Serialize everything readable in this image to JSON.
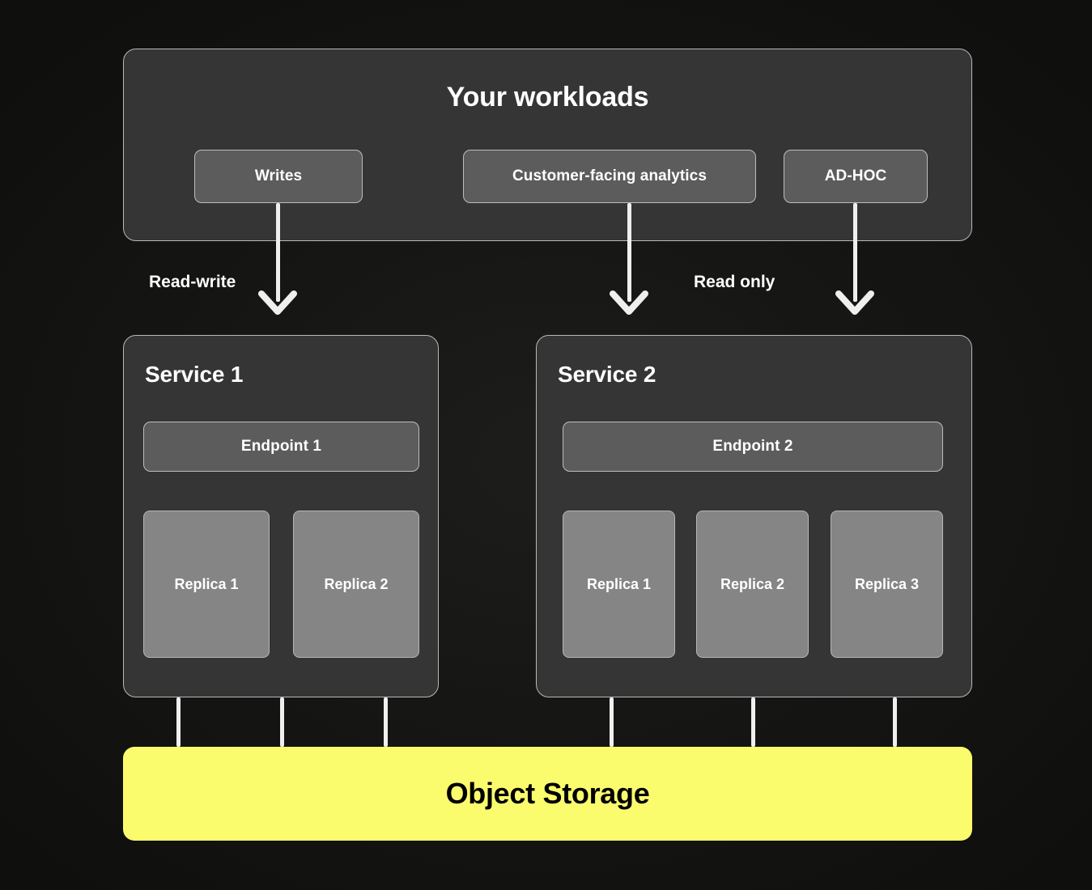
{
  "diagram": {
    "title_text": "Your workloads",
    "background_color": "#121212",
    "accent_color": "#FAFC6E"
  },
  "workloads": {
    "title": "Your workloads",
    "items": [
      {
        "label": "Writes"
      },
      {
        "label": "Customer-facing analytics"
      },
      {
        "label": "AD-HOC"
      }
    ]
  },
  "flows": [
    {
      "label": "Read-write"
    },
    {
      "label": "Read only"
    }
  ],
  "services": [
    {
      "title": "Service 1",
      "endpoint": "Endpoint 1",
      "replicas": [
        {
          "label": "Replica 1"
        },
        {
          "label": "Replica 2"
        }
      ]
    },
    {
      "title": "Service 2",
      "endpoint": "Endpoint 2",
      "replicas": [
        {
          "label": "Replica 1"
        },
        {
          "label": "Replica 2"
        },
        {
          "label": "Replica 3"
        }
      ]
    }
  ],
  "storage": {
    "label": "Object Storage",
    "color": "#FAFC6E"
  }
}
